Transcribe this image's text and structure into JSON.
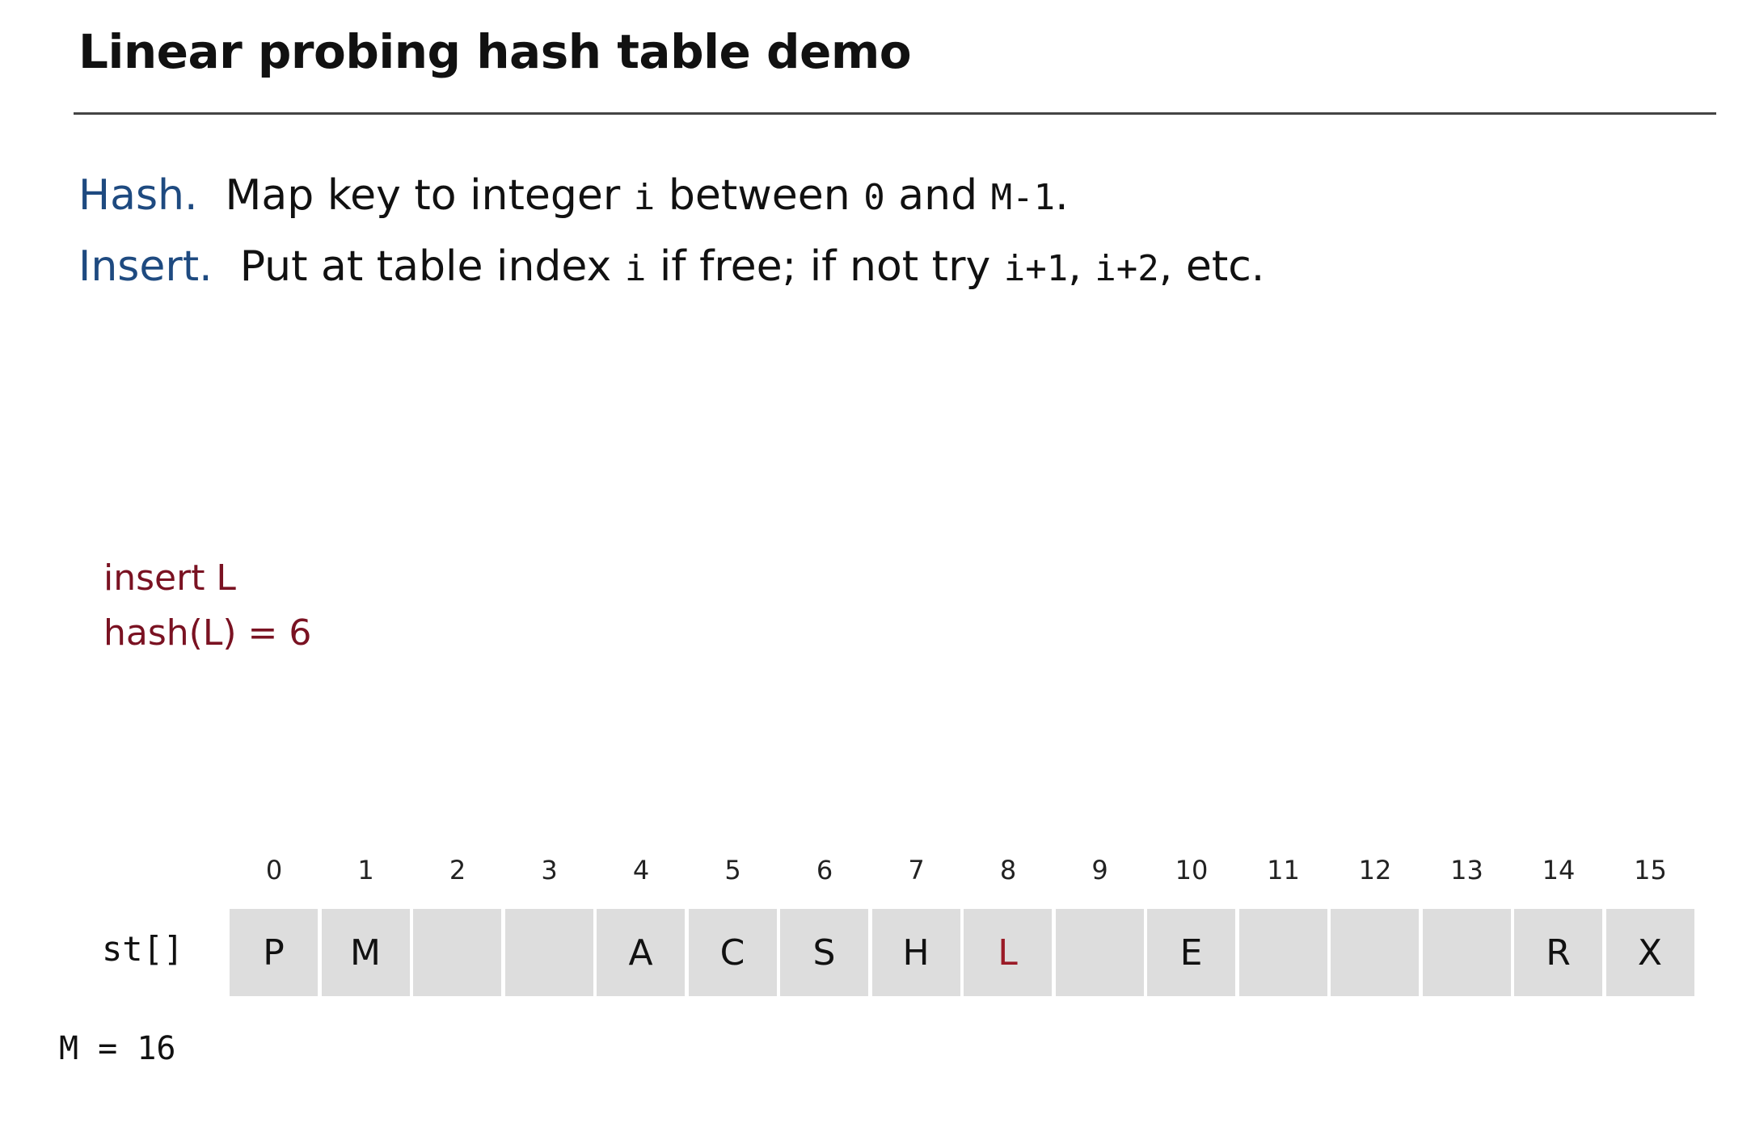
{
  "title": "Linear probing hash table demo",
  "hash_line": {
    "keyword": "Hash.",
    "text1": "Map key to integer ",
    "code1": "i",
    "text2": " between ",
    "code2": "0",
    "text3": " and ",
    "code3": "M-1",
    "text4": "."
  },
  "insert_line": {
    "keyword": "Insert.",
    "text1": "Put at table index ",
    "code1": "i",
    "text2": " if free; if not try ",
    "code2": "i+1",
    "text3": ", ",
    "code3": "i+2",
    "text4": ", etc."
  },
  "operation": {
    "line1": "insert L",
    "line2": "hash(L) = 6"
  },
  "array_label": "st[]",
  "m_label": "M = 16",
  "colors": {
    "keyword": "#1e4a80",
    "operation": "#7a1222",
    "highlight": "#9a1a26",
    "cell_fill": "#dddddd"
  },
  "table": {
    "indices": [
      "0",
      "1",
      "2",
      "3",
      "4",
      "5",
      "6",
      "7",
      "8",
      "9",
      "10",
      "11",
      "12",
      "13",
      "14",
      "15"
    ],
    "cells": [
      "P",
      "M",
      "",
      "",
      "A",
      "C",
      "S",
      "H",
      "L",
      "",
      "E",
      "",
      "",
      "",
      "R",
      "X"
    ],
    "highlight_index": 8
  }
}
